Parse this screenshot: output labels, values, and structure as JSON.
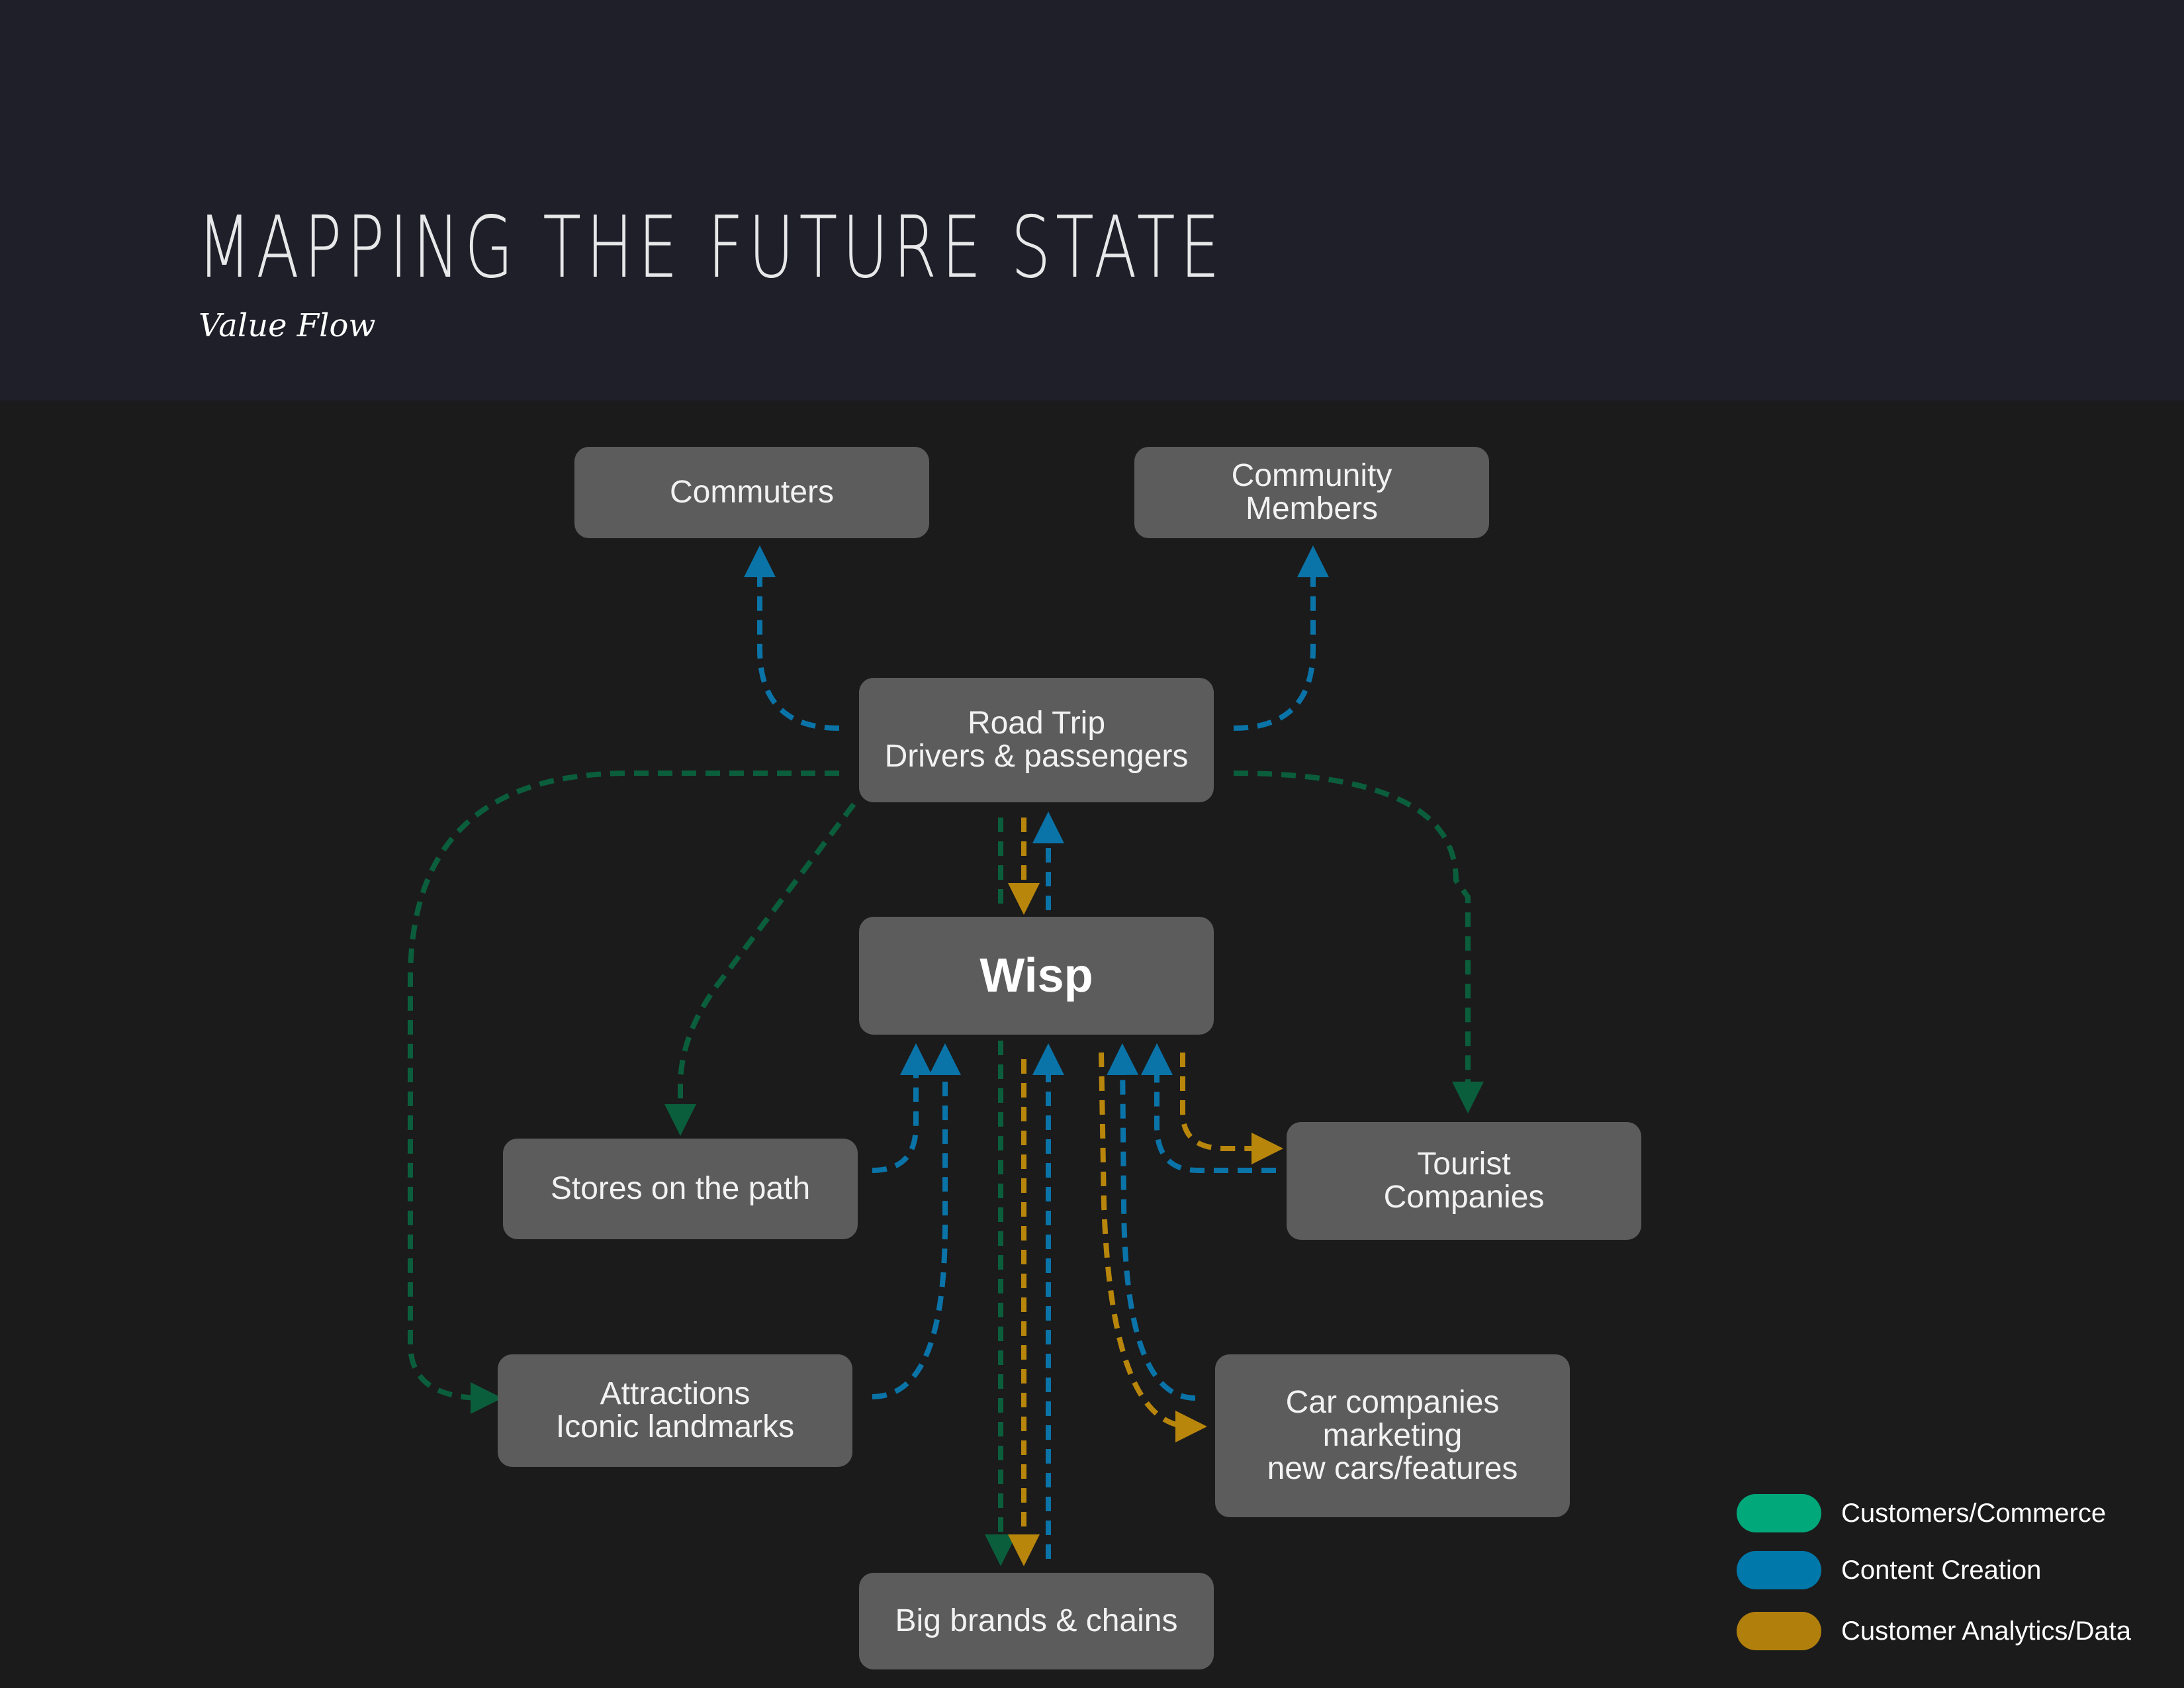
{
  "header": {
    "title": "MAPPING THE FUTURE STATE",
    "subtitle": "Value Flow"
  },
  "nodes": {
    "commuters": "Commuters",
    "community": "Community\nMembers",
    "road_trip": "Road Trip\nDrivers & passengers",
    "wisp": "Wisp",
    "stores": "Stores on the path",
    "tourist": "Tourist\nCompanies",
    "attractions": "Attractions\nIconic landmarks",
    "car_companies": "Car companies\nmarketing\nnew cars/features",
    "big_brands": "Big brands & chains"
  },
  "legend": [
    {
      "label": "Customers/Commerce",
      "color": "#00a87a"
    },
    {
      "label": "Content Creation",
      "color": "#0078aa"
    },
    {
      "label": "Customer Analytics/Data",
      "color": "#b17f0c"
    }
  ],
  "flow_colors": {
    "customers": "#0b5e3c",
    "content": "#0a74a8",
    "analytics": "#b8860b"
  }
}
